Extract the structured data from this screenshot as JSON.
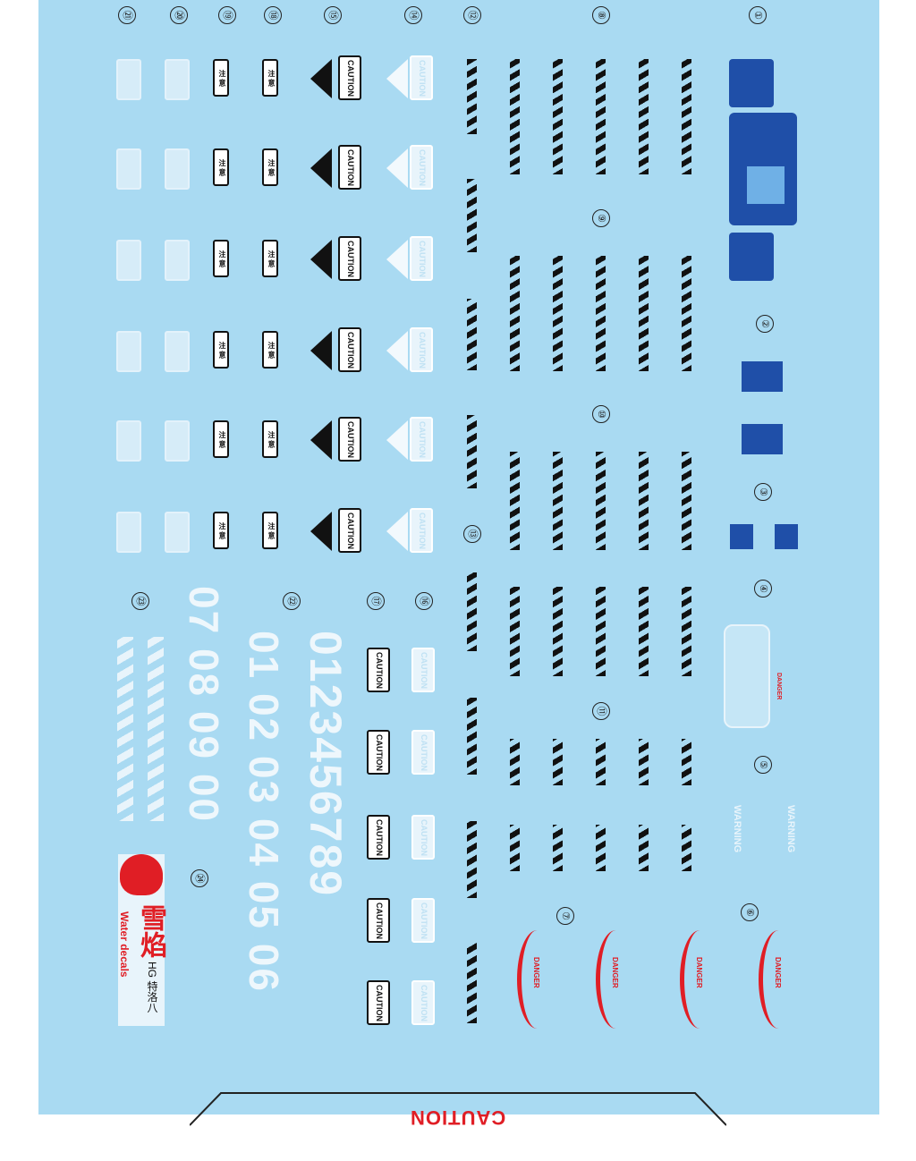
{
  "sheet_numbers": [
    "①",
    "②",
    "③",
    "④",
    "⑤",
    "⑥",
    "⑦",
    "⑧",
    "⑨",
    "⑩",
    "⑪",
    "⑫",
    "⑬",
    "⑭",
    "⑮",
    "⑯",
    "⑰",
    "⑱",
    "⑲",
    "⑳",
    "㉑",
    "㉒",
    "㉓",
    "㉔"
  ],
  "labels": {
    "caution": "CAUTION",
    "danger": "DANGER",
    "warning": "WARNING",
    "notice": "注 意"
  },
  "digits": "0123456789",
  "numbers_a": "01 02 03 04 05 06",
  "numbers_b": "07 08 09 00",
  "brand": {
    "name": "雪焰",
    "subtitle": "Water decals",
    "kit": "HG 特洛八"
  },
  "footer": {
    "caution": "CAUTION"
  },
  "colors": {
    "sheet": "#a9daf2",
    "accent_red": "#e01e25",
    "panel_blue": "#1f4fa8"
  }
}
